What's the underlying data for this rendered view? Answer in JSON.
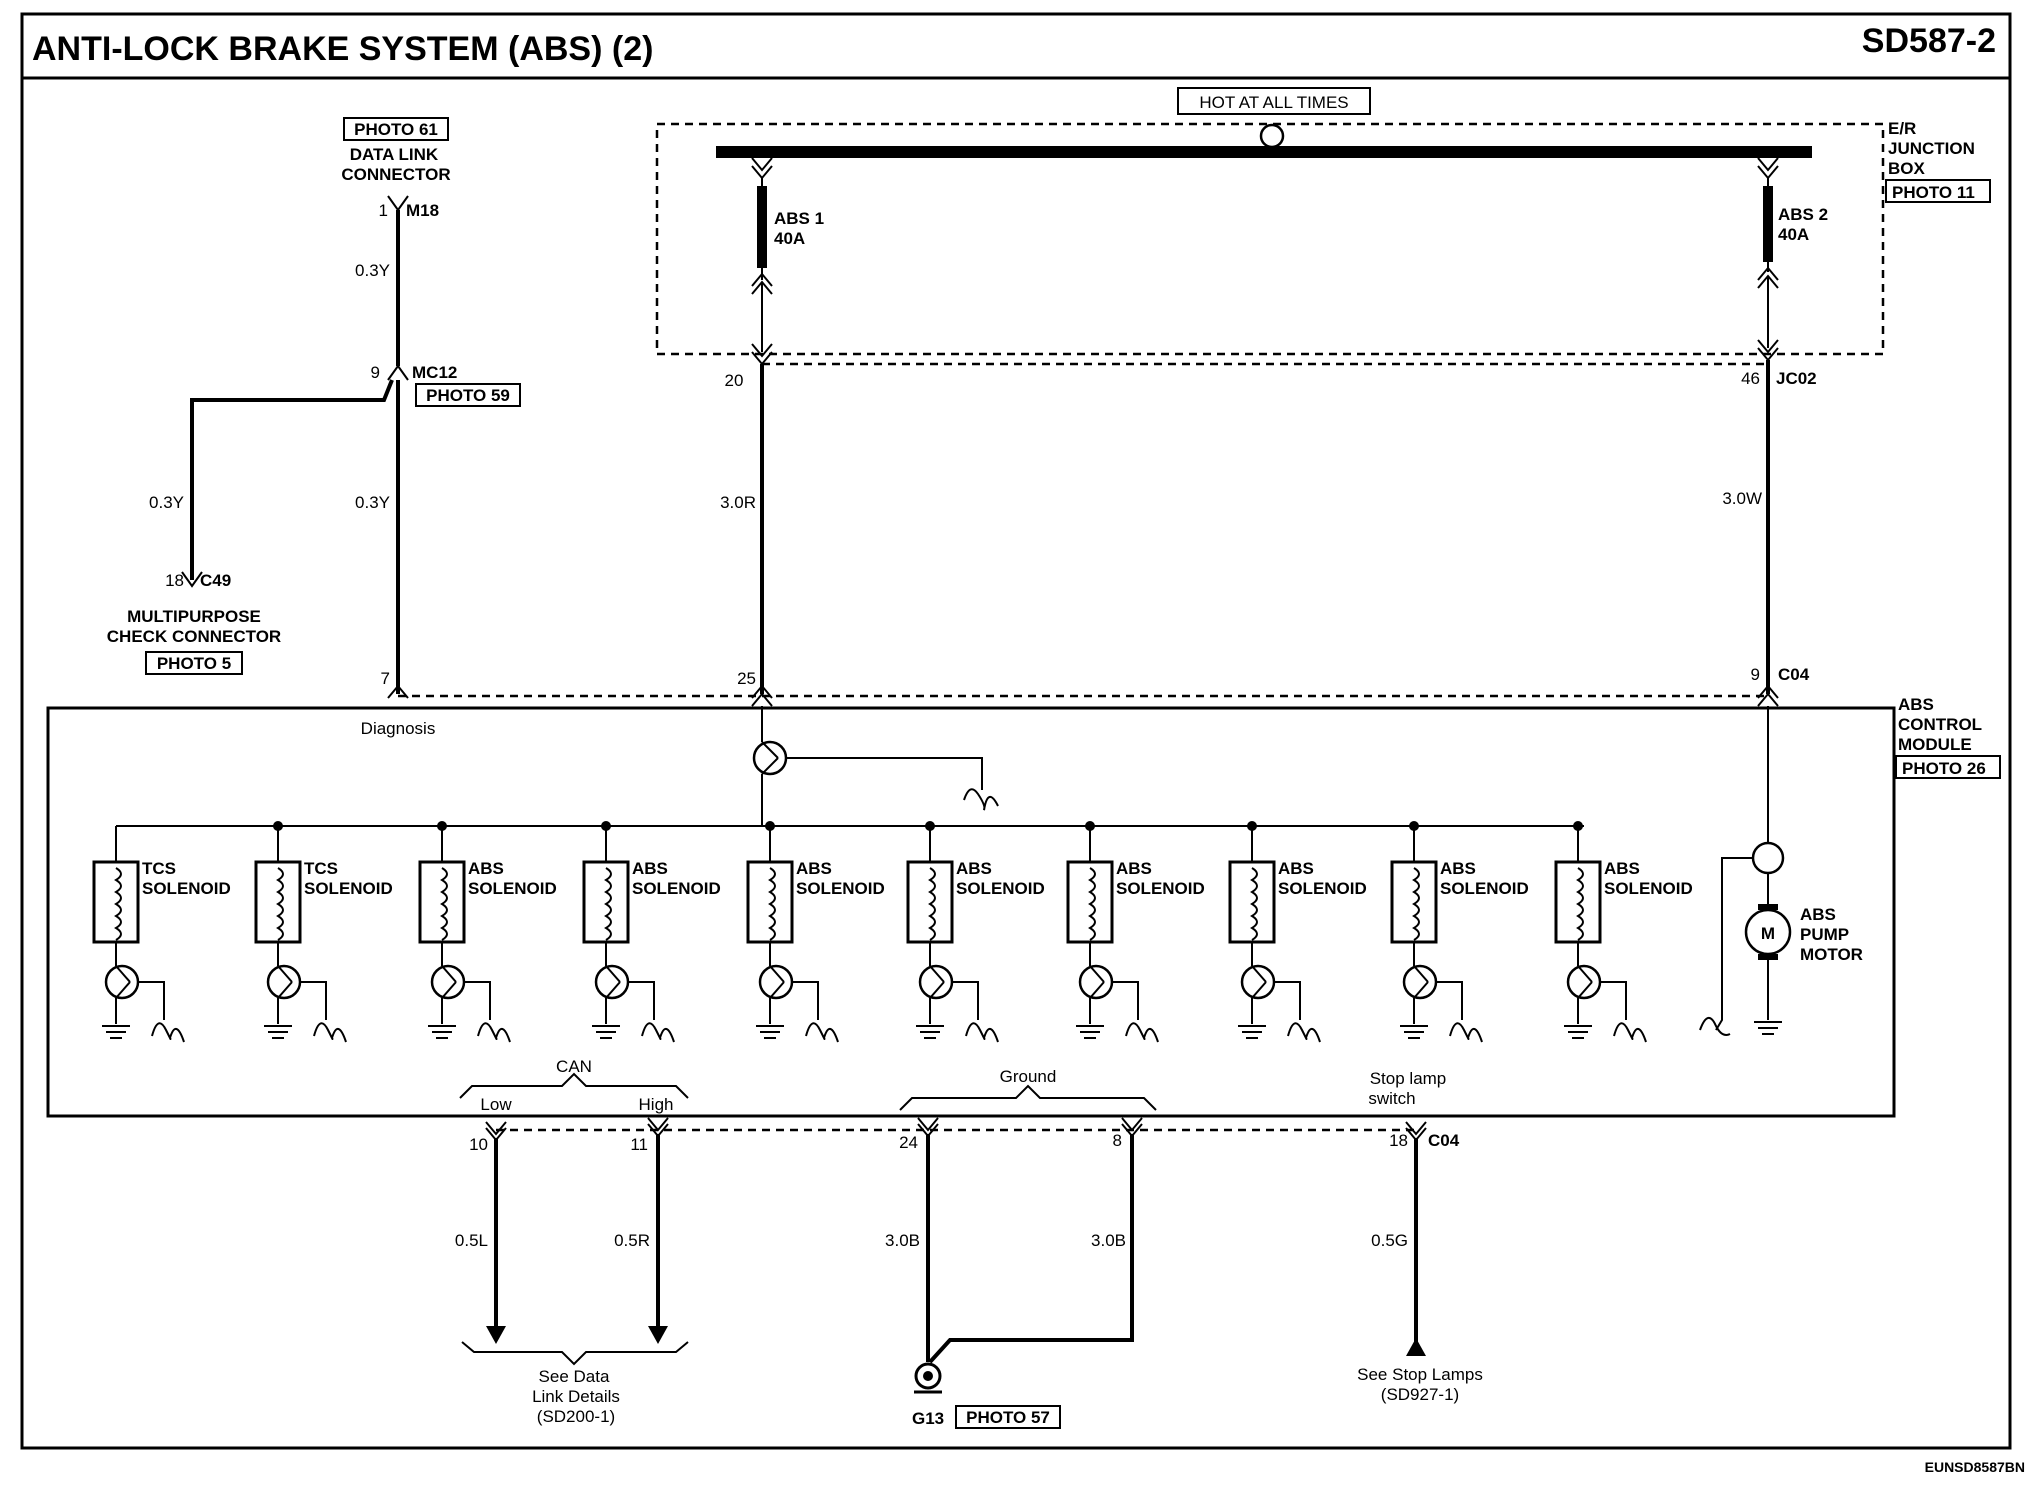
{
  "header": {
    "title": "ANTI-LOCK BRAKE SYSTEM (ABS) (2)",
    "page_code": "SD587-2"
  },
  "footer": {
    "doc_id": "EUNSD8587BN"
  },
  "power": {
    "hot_label": "HOT AT ALL TIMES",
    "junction_box": {
      "line1": "E/R",
      "line2": "JUNCTION",
      "line3": "BOX",
      "photo": "PHOTO 11"
    },
    "fuse1": {
      "name": "ABS 1",
      "rating": "40A"
    },
    "fuse2": {
      "name": "ABS 2",
      "rating": "40A"
    }
  },
  "diagnostic": {
    "photo61": "PHOTO 61",
    "dlc_line1": "DATA LINK",
    "dlc_line2": "CONNECTOR",
    "pin1": "1",
    "m18": "M18",
    "wire_03y_a": "0.3Y",
    "pin9": "9",
    "mc12": "MC12",
    "photo59": "PHOTO 59",
    "wire_03y_b": "0.3Y",
    "wire_03y_c": "0.3Y",
    "pin18": "18",
    "c49": "C49",
    "mpc_line1": "MULTIPURPOSE",
    "mpc_line2": "CHECK CONNECTOR",
    "photo5": "PHOTO 5",
    "pin7": "7",
    "diagnosis": "Diagnosis"
  },
  "supply_wires": {
    "pin20": "20",
    "wire_30r": "3.0R",
    "pin25": "25",
    "pin46": "46",
    "jc02": "JC02",
    "wire_30w": "3.0W",
    "pin9": "9",
    "c04": "C04"
  },
  "module": {
    "line1": "ABS",
    "line2": "CONTROL",
    "line3": "MODULE",
    "photo": "PHOTO 26",
    "solenoids": [
      {
        "type": "TCS",
        "word": "SOLENOID"
      },
      {
        "type": "TCS",
        "word": "SOLENOID"
      },
      {
        "type": "ABS",
        "word": "SOLENOID"
      },
      {
        "type": "ABS",
        "word": "SOLENOID"
      },
      {
        "type": "ABS",
        "word": "SOLENOID"
      },
      {
        "type": "ABS",
        "word": "SOLENOID"
      },
      {
        "type": "ABS",
        "word": "SOLENOID"
      },
      {
        "type": "ABS",
        "word": "SOLENOID"
      },
      {
        "type": "ABS",
        "word": "SOLENOID"
      },
      {
        "type": "ABS",
        "word": "SOLENOID"
      }
    ],
    "motor": {
      "line1": "ABS",
      "line2": "PUMP",
      "line3": "MOTOR",
      "symbol": "M"
    }
  },
  "bottom": {
    "can": "CAN",
    "low": "Low",
    "high": "High",
    "ground": "Ground",
    "stop_line1": "Stop lamp",
    "stop_line2": "switch",
    "pin10": "10",
    "pin11": "11",
    "pin24": "24",
    "pin8": "8",
    "pin18": "18",
    "c04": "C04",
    "wire_05l": "0.5L",
    "wire_05r": "0.5R",
    "wire_30b_a": "3.0B",
    "wire_30b_b": "3.0B",
    "wire_05g": "0.5G",
    "dl_line1": "See Data",
    "dl_line2": "Link Details",
    "dl_line3": "(SD200-1)",
    "g13": "G13",
    "photo57": "PHOTO 57",
    "sl_line1": "See Stop Lamps",
    "sl_line2": "(SD927-1)"
  }
}
